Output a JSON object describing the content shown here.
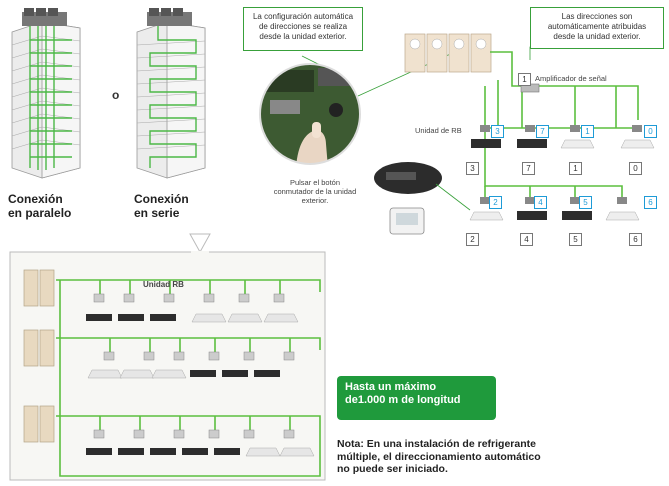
{
  "left": {
    "parallel_label": "Conexión\nen paralelo",
    "or_label": "o",
    "series_label": "Conexión\nen serie"
  },
  "callouts": {
    "auto_config": "La configuración automática de direcciones se realiza desde la unidad exterior.",
    "addresses_assigned": "Las direcciones son automáticamente atribuidas desde la unidad exterior.",
    "press_button": "Pulsar el botón conmutador de la unidad exterior."
  },
  "labels": {
    "signal_amplifier": "Amplificador de señal",
    "rb_unit": "Unidad de RB",
    "rb_unit_bottom": "Unidad RB"
  },
  "address_numbers": {
    "amp": "1",
    "row1_blue": [
      "3",
      "7",
      "1",
      "0"
    ],
    "row1_gray": [
      "3",
      "7",
      "1",
      "0"
    ],
    "row2_blue": [
      "2",
      "4",
      "5",
      "6"
    ],
    "row2_gray": [
      "2",
      "4",
      "5",
      "6"
    ]
  },
  "max_length": "Hasta un máximo\nde1.000 m de longitud",
  "note": "Nota: En una instalación de refrigerante\nmúltiple, el direccionamiento automático\nno puede ser iniciado.",
  "colors": {
    "green": "#1f9a3c",
    "pipe_green": "#5cbf3f",
    "blue": "#1e9bd7"
  }
}
